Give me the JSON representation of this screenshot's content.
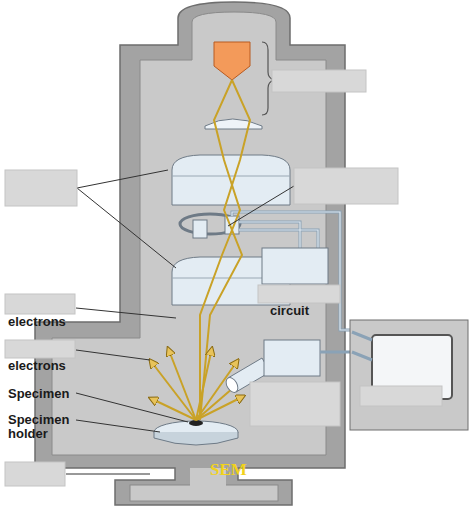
{
  "diagram": {
    "labels": [
      "electrons",
      "electrons",
      "Specimen",
      "Specimen holder",
      "circuit",
      "SEM"
    ]
  }
}
